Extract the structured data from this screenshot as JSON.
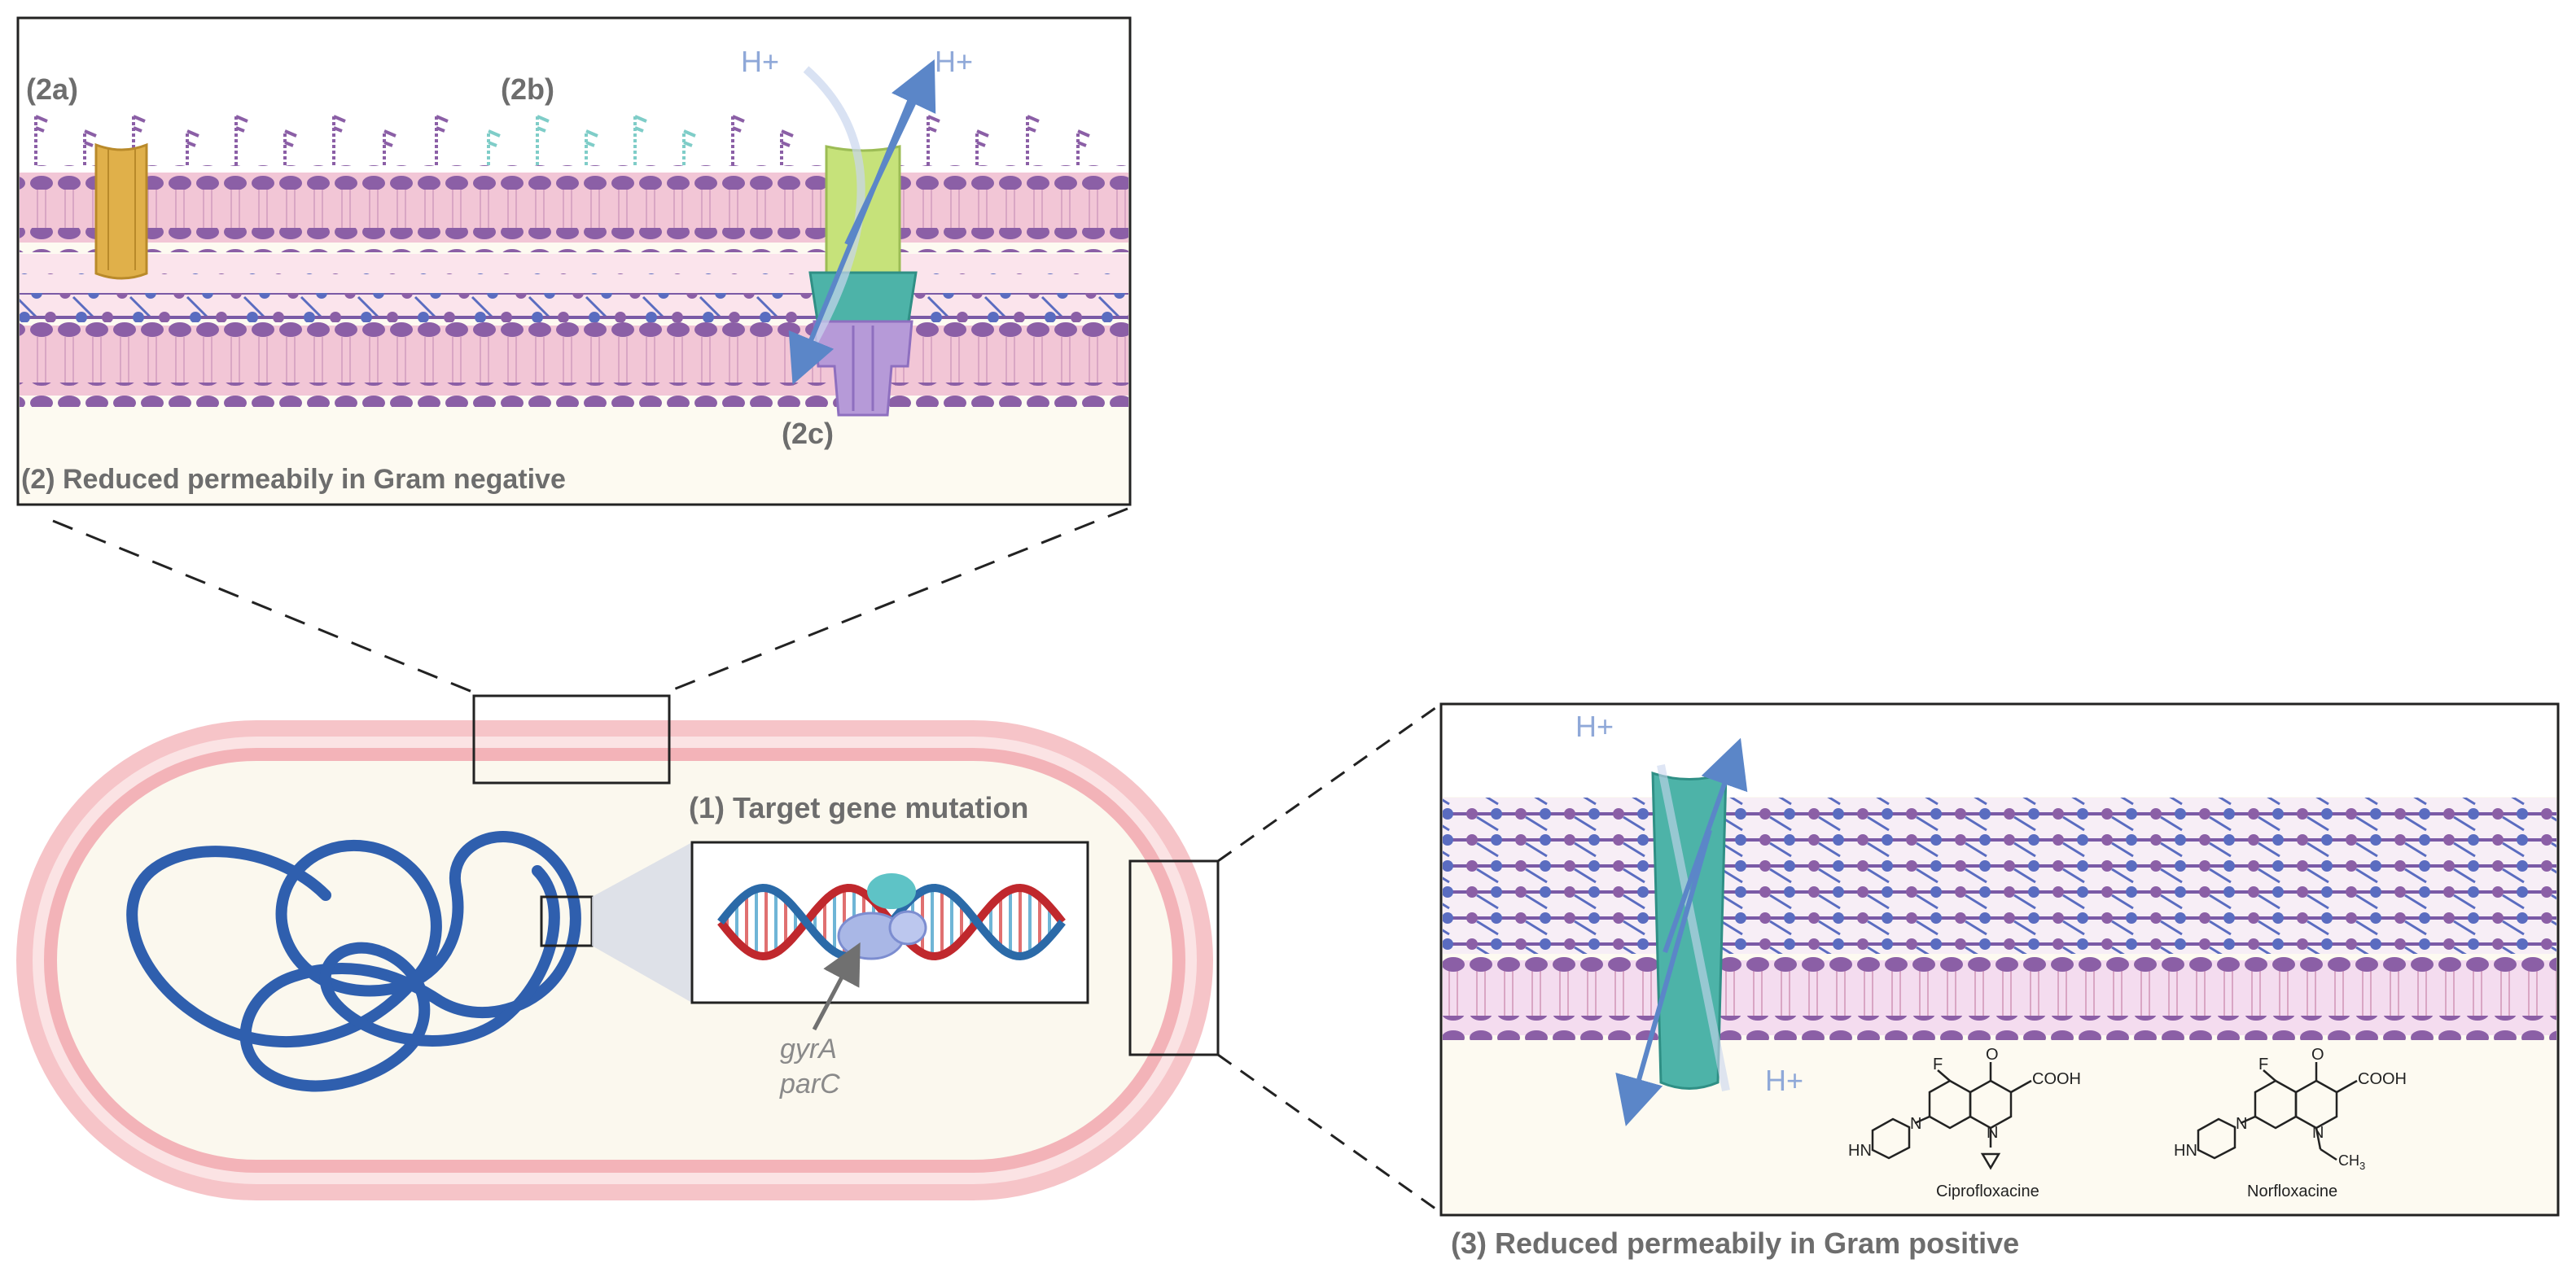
{
  "panel_top": {
    "title": "(2) Reduced permeabily in Gram negative",
    "label_2a": "(2a)",
    "label_2b": "(2b)",
    "label_2c": "(2c)",
    "hplus_left": "H+",
    "hplus_right": "H+"
  },
  "cell": {
    "mutation_title": "(1) Target gene mutation",
    "gene1": "gyrA",
    "gene2": "parC"
  },
  "panel_right": {
    "title": "(3) Reduced permeabily in Gram positive",
    "hplus_top": "H+",
    "hplus_bottom": "H+",
    "drug1": {
      "name": "Ciprofloxacine",
      "F": "F",
      "O": "O",
      "COOH": "COOH",
      "N1": "N",
      "N2": "N",
      "HN": "HN"
    },
    "drug2": {
      "name": "Norfloxacine",
      "F": "F",
      "O": "O",
      "COOH": "COOH",
      "N1": "N",
      "N2": "N",
      "HN": "HN",
      "CH3": "CH",
      "CH3_sub": "3"
    }
  },
  "colors": {
    "membrane_purple": "#8b5fa6",
    "membrane_pink": "#f3c8d6",
    "cell_wall": "#f3b9bf",
    "dna_blue": "#2f5fae",
    "teal_channel": "#4db3a8",
    "arrow_blue": "#5b86c8"
  }
}
